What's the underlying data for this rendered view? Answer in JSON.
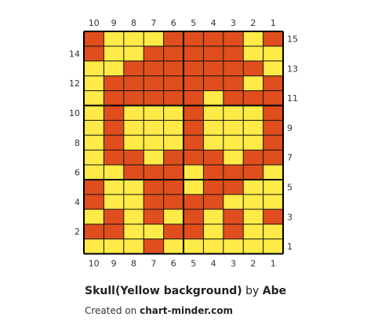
{
  "pattern": {
    "title": "Skull(Yellow background)",
    "by": "by",
    "author": "Abe",
    "credit_prefix": "Created on",
    "credit_site": "chart-minder.com",
    "colors": {
      "o": "#e04e1e",
      "y": "#ffea47",
      "grid": "#111111",
      "frame": "#000000"
    },
    "column_labels": [
      "10",
      "9",
      "8",
      "7",
      "6",
      "5",
      "4",
      "3",
      "2",
      "1"
    ],
    "right_row_labels": [
      "15",
      "13",
      "11",
      "9",
      "7",
      "5",
      "3",
      "1"
    ],
    "left_row_labels": [
      "14",
      "12",
      "10",
      "8",
      "6",
      "4",
      "2"
    ],
    "rows": [
      "oyyyooooyo",
      "oyyoooooyy",
      "yyoooooooy",
      "yoooooooyo",
      "yoooooyooo",
      "yoyyyoyyyo",
      "yoyyyoyyyo",
      "yoyyyoyyyo",
      "yooyoooyoo",
      "yyoooyoooy",
      "oyyooyooyy",
      "oyyooooyyy",
      "yoyoyoyoyo",
      "ooyyooyoyy",
      "yyyoyyyyyy"
    ]
  }
}
